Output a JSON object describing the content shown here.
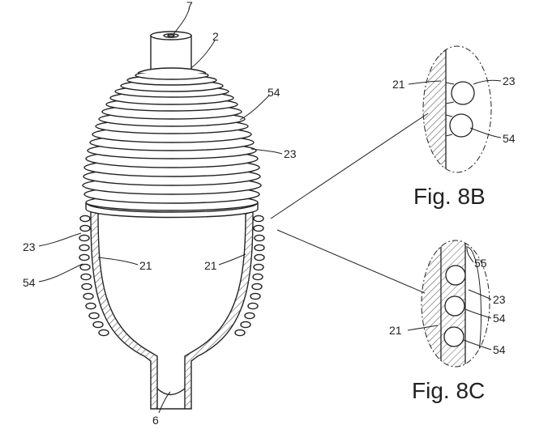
{
  "labels": {
    "ref_7": "7",
    "ref_2": "2",
    "ref_54_top": "54",
    "ref_23_right": "23",
    "ref_23_left": "23",
    "ref_21_left_inner": "21",
    "ref_21_right_inner": "21",
    "ref_54_left": "54",
    "ref_6": "6",
    "b_21": "21",
    "b_23": "23",
    "b_54": "54",
    "c_55": "55",
    "c_23": "23",
    "c_54a": "54",
    "c_21": "21",
    "c_54b": "54"
  },
  "captions": {
    "fig_8b": "Fig. 8B",
    "fig_8c": "Fig. 8C"
  },
  "colors": {
    "ink": "#222222",
    "paper": "#ffffff",
    "hatch": "#555555"
  }
}
